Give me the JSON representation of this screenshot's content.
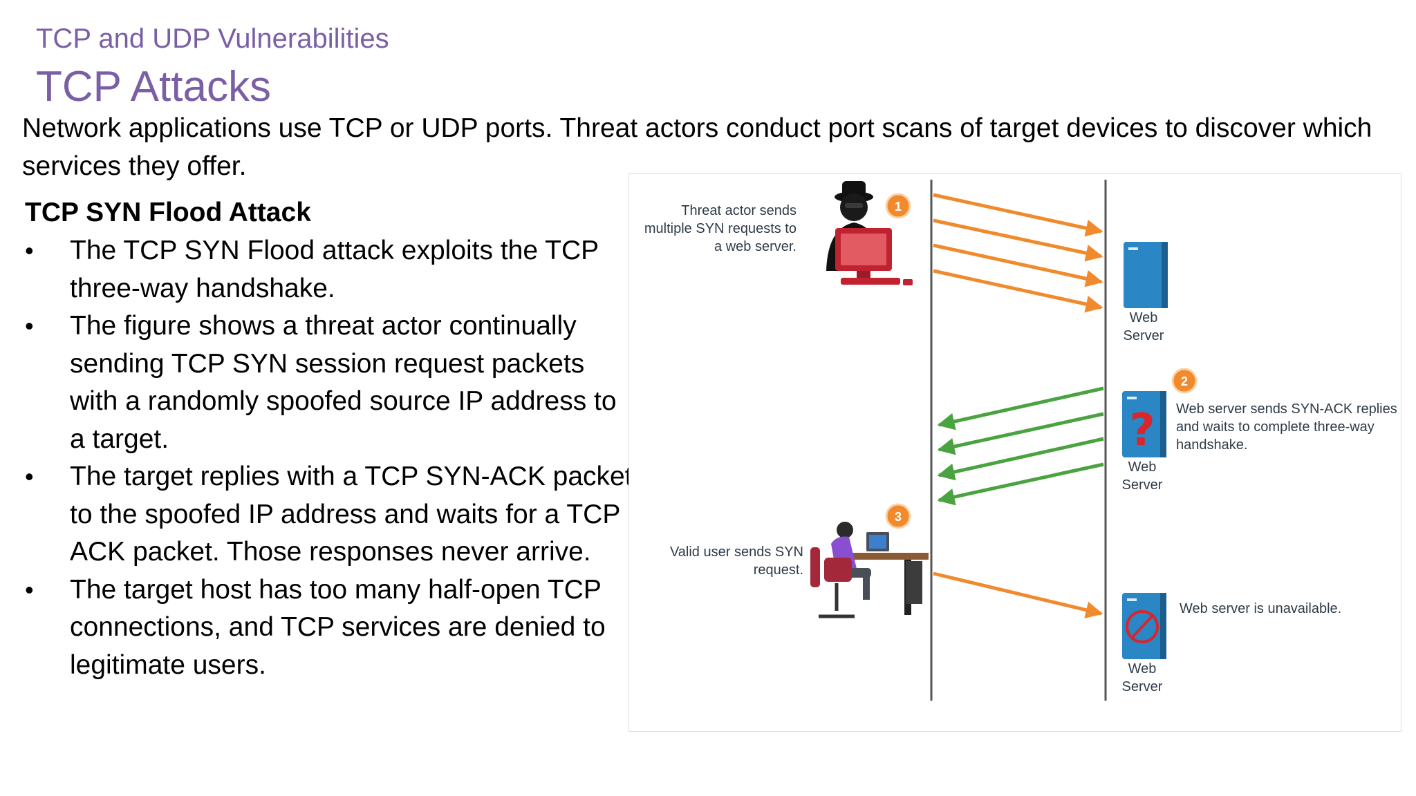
{
  "header": {
    "subtitle": "TCP and UDP Vulnerabilities",
    "title": "TCP Attacks"
  },
  "intro": "Network applications use TCP or UDP ports. Threat actors conduct port scans of target devices to discover which services they offer.",
  "section": {
    "heading": "TCP SYN Flood Attack",
    "bullets": [
      "The TCP SYN Flood attack exploits the TCP three-way handshake.",
      "The figure shows a threat actor continually sending TCP SYN session request packets with a randomly spoofed source IP address to a target.",
      "The target replies with a TCP SYN-ACK packet to the spoofed IP address and waits for a TCP ACK packet. Those responses never arrive.",
      "The target host has too many half-open TCP connections, and TCP services are denied to legitimate users."
    ],
    "bullet_symbol": "•"
  },
  "figure": {
    "step1": {
      "number": "1",
      "text": "Threat actor sends multiple SYN requests to a web server."
    },
    "step2": {
      "number": "2",
      "text": "Web server sends SYN-ACK replies and waits to complete three-way handshake."
    },
    "step3": {
      "number": "3",
      "text": "Valid user sends SYN request."
    },
    "step4": {
      "text": "Web server is unavailable."
    },
    "server_label": "Web Server",
    "colors": {
      "syn_arrow": "#f08a2c",
      "synack_arrow": "#4aa340",
      "server": "#2a86c4",
      "badge": "#f08a2c",
      "question_mark": "#d8262c",
      "unavailable_symbol": "#d8262c"
    },
    "icons": [
      "hacker-icon",
      "user-at-desk-icon",
      "server-icon",
      "question-icon",
      "no-entry-icon"
    ]
  }
}
